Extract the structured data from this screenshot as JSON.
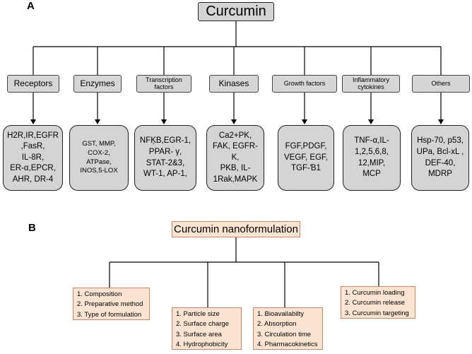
{
  "panel_a": {
    "label": "A",
    "root": "Curcumin",
    "categories": [
      {
        "name": "Receptors",
        "items": [
          "H2R,IR,EGFR",
          ",FasR,",
          "IL-8R,",
          "ER-α,EPCR,",
          "AHR, DR-4"
        ]
      },
      {
        "name": "Enzymes",
        "items": [
          "GST, MMP,",
          "COX-2,",
          "ATPase,",
          "INOS,5-LOX"
        ]
      },
      {
        "name": [
          "Transcription",
          "factors"
        ],
        "items": [
          "NFĶB,EGR-1,",
          "PPAR- γ,",
          "STAT-2&3,",
          "WT-1, AP-1,"
        ]
      },
      {
        "name": "Kinases",
        "items": [
          "Ca2+PK,",
          "FAK, EGFR-K,",
          "PKB, IL-",
          "1Rak,MAPK"
        ]
      },
      {
        "name": "Growth factors",
        "items": [
          "FGF,PDGF,",
          "VEGF, EGF,",
          "TGF-Ɓ1"
        ]
      },
      {
        "name": [
          "Inflammatory",
          "cytokines"
        ],
        "items": [
          "TNF-α,IL-",
          "1,2,5,6,8,",
          "12,MIP,",
          "MCP"
        ]
      },
      {
        "name": "Others",
        "items": [
          "Hsp-70, p53,",
          "UPa, Bcl-xL ,",
          "DEF-40,",
          "MDRP"
        ]
      }
    ]
  },
  "panel_b": {
    "label": "B",
    "root": "Curcumin nanoformulation",
    "groups": [
      [
        "1. Composition",
        "2. Preparative method",
        "3. Type of formulation"
      ],
      [
        "1. Particle size",
        "2. Surface charge",
        "3. Surface area",
        "4. Hydrophobicity"
      ],
      [
        "1. Bioavailabilty",
        "2. Absorption",
        "3. Circulation time",
        "4. Pharmacokinetics"
      ],
      [
        "1. Curcumin loading",
        "2. Curcumin release",
        "3. Curcumin targeting"
      ]
    ]
  }
}
